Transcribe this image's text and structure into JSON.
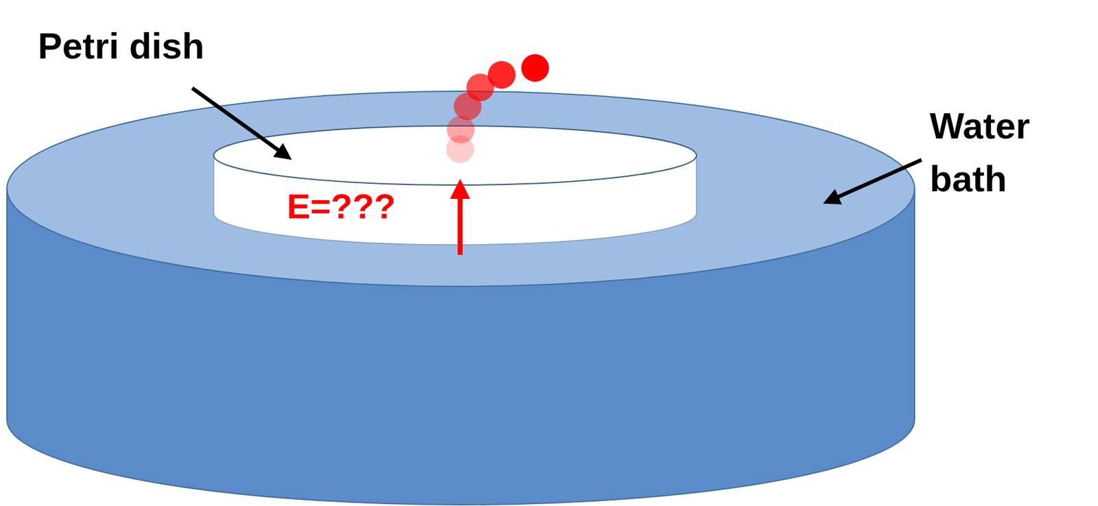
{
  "diagram": {
    "labels": [
      "Petri dish",
      "Water bath",
      "E=???"
    ]
  }
}
